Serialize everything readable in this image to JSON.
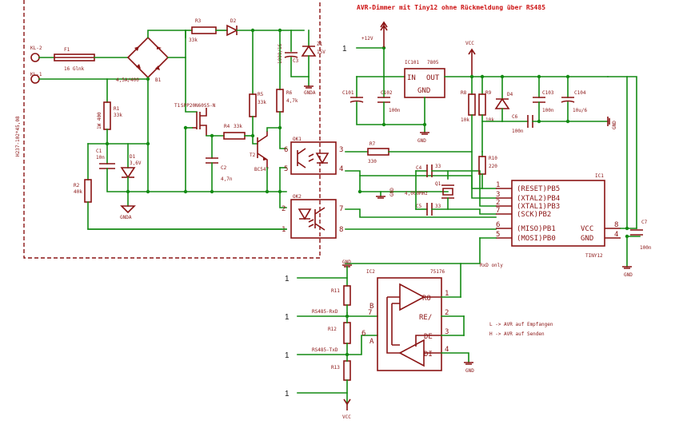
{
  "title": "AVR-Dimmer mit Tiny12 ohne Rückmeldung über RS485",
  "vertical_label": "H237-102*45,08",
  "connectors": {
    "kl2": "KL-2",
    "kl1": "KL-1",
    "j12v_pin": "1",
    "j12v_label": "+12V",
    "vcc_top": "VCC",
    "rs_pin1": "1",
    "rs_pin2": "1",
    "rs_pin3": "1",
    "rs_pin4": "1",
    "rs_rxd": "RS485-RxD",
    "rs_txd": "RS485-TxD",
    "gnd_label": "GND",
    "vcc_bottom": "VCC"
  },
  "components": {
    "f1": "F1",
    "f1v": "16 Glnk",
    "bridge": "4,5A/400",
    "b1": "B1",
    "r1": "R1",
    "r1v": "33k",
    "r1note": "1W 400",
    "r2": "R2",
    "r2v": "40k",
    "c1": "C1",
    "c1v": "10n",
    "d1": "D1",
    "d1v": "3,6V",
    "gnda": "GNDA",
    "r3": "R3",
    "r3v": "33k",
    "d2": "D2",
    "c3": "C3",
    "c3v": "1000/16",
    "z1": "Z1",
    "z1v": "15V",
    "gnda2": "GNDA",
    "t1": "T1",
    "t1v": "SPP20N60S5-N",
    "r4": "R4",
    "r4v": "33k",
    "c2": "C2",
    "c2v": "4,7n",
    "r5": "R5",
    "r5v": "33k",
    "r6": "R6",
    "r6v": "4,7k",
    "t2": "T2",
    "t2v": "BC547",
    "ok1": "OK1",
    "ok2": "OK2",
    "r7": "R7",
    "r7v": "330",
    "c4": "C4",
    "c4v": "33",
    "c5": "C5",
    "c5v": "33",
    "q1": "Q1",
    "q1v": "4,000MHz",
    "gnd_q": "GND",
    "ic101": "IC101",
    "ic101v": "7805",
    "reg_in": "IN",
    "reg_out": "OUT",
    "reg_gnd": "GND",
    "c101": "C101",
    "c102": "C102",
    "c102v": "100n",
    "gnd_reg": "GND",
    "r8": "R8",
    "r8v": "10k",
    "r9": "R9",
    "r9v": "10k",
    "d4": "D4",
    "c6": "C6",
    "c6v": "100n",
    "c103": "C103",
    "c103v": "100n",
    "c104": "C104",
    "c104v": "10u/6",
    "gnd_r": "GND",
    "r10": "R10",
    "r10v": "220",
    "ic1": "IC1",
    "ic1v": "TINY12",
    "c7": "C7",
    "c7v": "100n",
    "gnd_c7": "GND",
    "ic2": "IC2",
    "ic2v": "75176",
    "r11": "R11",
    "r12": "R12",
    "r13": "R13",
    "gnd_ic2": "GND",
    "gnd_top_rs": "GND"
  },
  "tiny12_pins": [
    {
      "num": "1",
      "name": "(RESET)PB5"
    },
    {
      "num": "3",
      "name": "(XTAL2)PB4"
    },
    {
      "num": "2",
      "name": "(XTAL1)PB3"
    },
    {
      "num": "7",
      "name": "(SCK)PB2"
    },
    {
      "num": "6",
      "name": "(MISO)PB1"
    },
    {
      "num": "5",
      "name": "(MOSI)PB0"
    }
  ],
  "tiny12_right_pins": [
    {
      "num": "8",
      "name": "VCC"
    },
    {
      "num": "4",
      "name": "GND"
    }
  ],
  "ic2_pins": {
    "ro": "RO",
    "re": "RE/",
    "de": "DE",
    "di": "DI",
    "a": "A",
    "b": "B",
    "n1": "1",
    "n2": "2",
    "n3": "3",
    "n4": "4",
    "n6": "6",
    "n7": "7"
  },
  "ok_pins": {
    "o1a": "6",
    "o1b": "5",
    "o1c": "3",
    "o1d": "4",
    "o2a": "2",
    "o2b": "1",
    "o2c": "7",
    "o2d": "8"
  },
  "notes": {
    "rxd_only": "RxD only",
    "l_note": "L -> AVR auf Empfangen",
    "h_note": "H -> AVR auf Senden"
  }
}
